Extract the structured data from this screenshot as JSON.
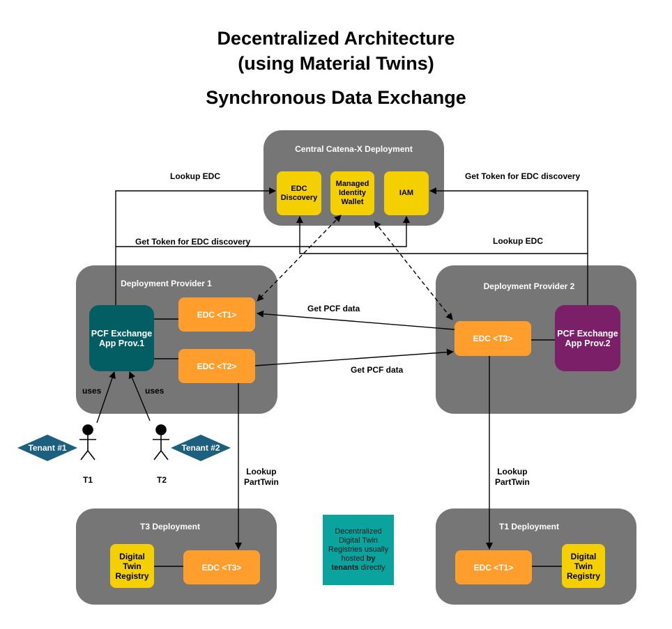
{
  "title": {
    "line1": "Decentralized Architecture",
    "line2": "(using Material Twins)",
    "line3": "Synchronous Data Exchange"
  },
  "central": {
    "label": "Central Catena-X Deployment",
    "edc_discovery": "EDC\nDiscovery",
    "wallet": "Managed\nIdentity\nWallet",
    "iam": "IAM"
  },
  "provider1": {
    "label": "Deployment Provider 1",
    "app": "PCF Exchange\nApp Prov.1",
    "edc_t1": "EDC <T1>",
    "edc_t2": "EDC <T2>"
  },
  "provider2": {
    "label": "Deployment Provider 2",
    "edc_t3": "EDC <T3>",
    "app": "PCF Exchange\nApp Prov.2"
  },
  "t3_deployment": {
    "label": "T3 Deployment",
    "registry": "Digital\nTwin\nRegistry",
    "edc": "EDC <T3>"
  },
  "t1_deployment": {
    "label": "T1 Deployment",
    "edc": "EDC <T1>",
    "registry": "Digital\nTwin\nRegistry"
  },
  "note": {
    "text_before": "Decentralized Digital Twin Registries usually hosted ",
    "by": "by",
    "tenants": "tenants",
    "after": " directly"
  },
  "edge_labels": {
    "lookup_edc_left": "Lookup EDC",
    "get_token_right": "Get Token for EDC discovery",
    "get_token_left": "Get Token for EDC discovery",
    "lookup_edc_right": "Lookup EDC",
    "get_pcf_top": "Get PCF data",
    "get_pcf_bottom": "Get PCF data",
    "lookup_parttwin_left": "Lookup\nPartTwin",
    "lookup_parttwin_right": "Lookup\nPartTwin",
    "uses_left": "uses",
    "uses_right": "uses"
  },
  "tenants": {
    "tenant1": "Tenant #1",
    "tenant2": "Tenant #2",
    "t1": "T1",
    "t2": "T2"
  },
  "colors": {
    "panel": "#767676",
    "yellow": "#f4d000",
    "orange": "#ff9e2c",
    "teal": "#025e62",
    "purple": "#7b1f68",
    "note": "#0aa39d",
    "tenant": "#1c5f7e"
  }
}
